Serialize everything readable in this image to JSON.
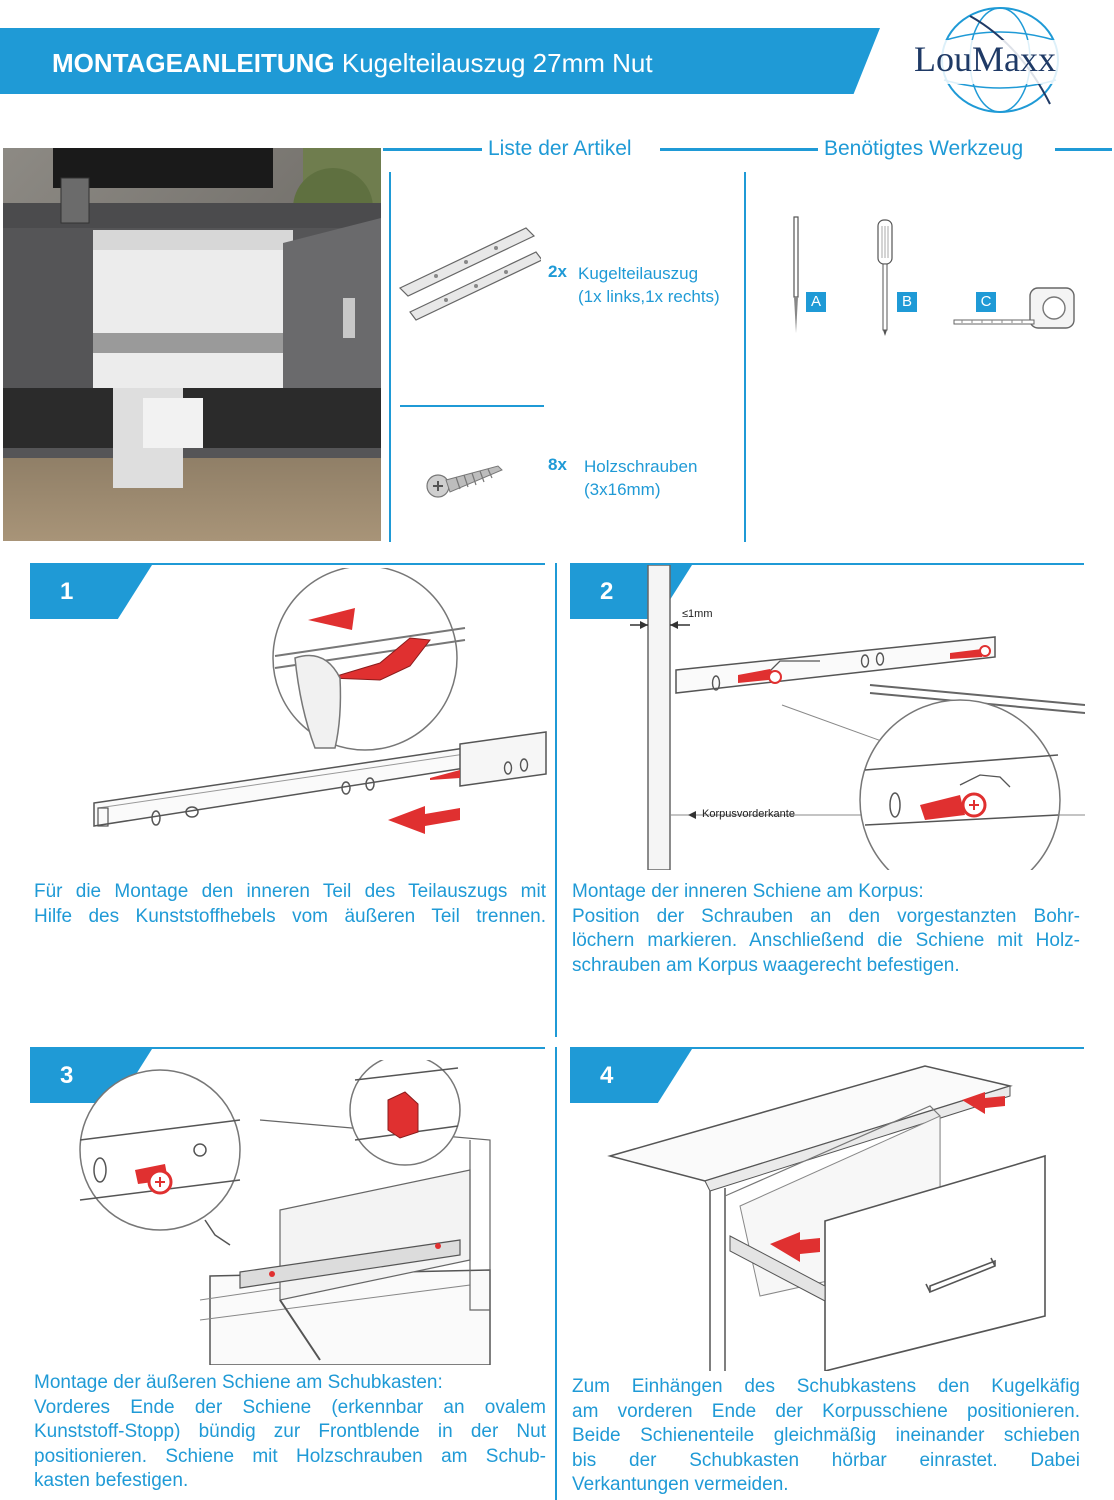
{
  "header": {
    "title_bold": "MONTAGEANLEITUNG",
    "title_rest": "Kugelteilauszug 27mm Nut",
    "brand": "LouMaxx"
  },
  "articles": {
    "heading": "Liste der Artikel",
    "items": [
      {
        "qty": "2x",
        "name": "Kugelteilauszug",
        "detail": "(1x  links,1x  rechts)"
      },
      {
        "qty": "8x",
        "name": "Holzschrauben",
        "detail": "(3x16mm)"
      }
    ]
  },
  "tools": {
    "heading": "Benötigtes Werkzeug",
    "items": [
      {
        "letter": "A",
        "icon": "awl-icon"
      },
      {
        "letter": "B",
        "icon": "screwdriver-icon"
      },
      {
        "letter": "C",
        "icon": "tape-measure-icon"
      }
    ]
  },
  "steps": [
    {
      "number": "1",
      "lines": [
        "Für die Montage den inneren Teil des Teilauszugs mit",
        "Hilfe des Kunststoffhebels vom äußeren Teil trennen."
      ]
    },
    {
      "number": "2",
      "gap_label": "≤1mm",
      "edge_label": "Korpusvorderkante",
      "lines": [
        "Montage der inneren Schiene am Korpus:",
        "Position der Schrauben an den vorgestanzten Bohr-",
        "löchern markieren. Anschließend die Schiene mit Holz-",
        "schrauben am Korpus waagerecht befestigen."
      ]
    },
    {
      "number": "3",
      "lines": [
        "Montage der äußeren Schiene am Schubkasten:",
        "Vorderes Ende der Schiene (erkennbar an ovalem",
        "Kunststoff-Stopp) bündig zur Frontblende in der Nut",
        "positionieren. Schiene mit Holzschrauben am Schub-",
        "kasten befestigen."
      ]
    },
    {
      "number": "4",
      "lines": [
        "Zum Einhängen des Schubkastens den Kugelkäfig",
        "am vorderen Ende der Korpusschiene positionieren.",
        "Beide Schienenteile gleichmäßig ineinander schieben",
        "bis der Schubkasten hörbar einrastet. Dabei",
        "Verkantungen vermeiden."
      ]
    }
  ],
  "colors": {
    "accent": "#1f9ad6",
    "arrow": "#e03030",
    "logo": "#1f3a66"
  }
}
